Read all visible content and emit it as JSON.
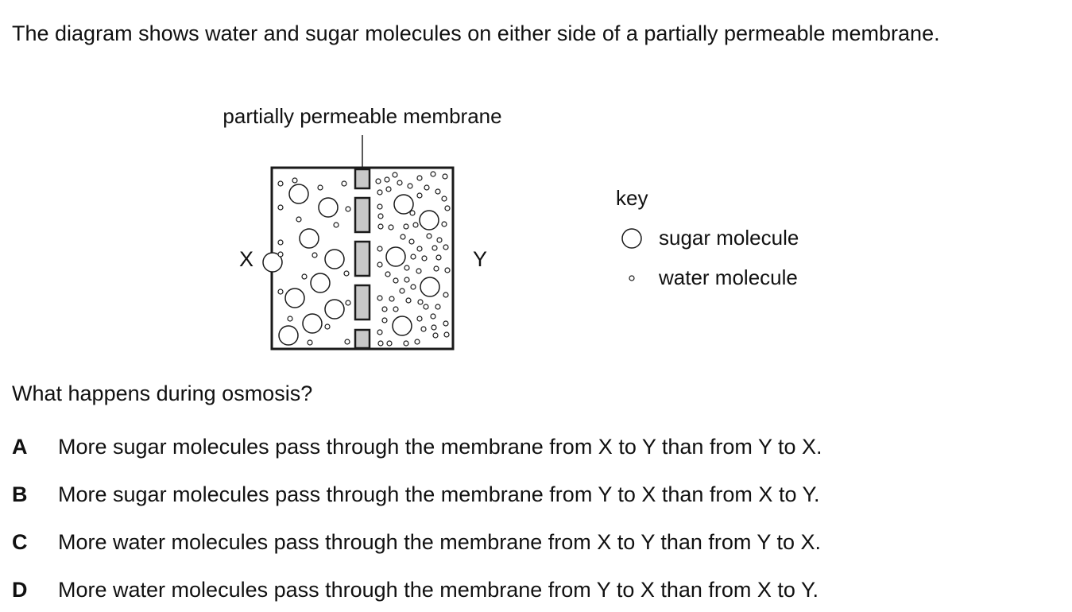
{
  "intro_text": "The diagram shows water and sugar molecules on either side of a partially permeable membrane.",
  "diagram": {
    "membrane_label": "partially permeable membrane",
    "side_left_label": "X",
    "side_right_label": "Y",
    "key_title": "key",
    "key_items": [
      {
        "label": "sugar molecule",
        "icon": "large-circle"
      },
      {
        "label": "water molecule",
        "icon": "small-circle"
      }
    ],
    "colors": {
      "membrane_fill": "#c8c8c8",
      "outline": "#1a1a1a"
    }
  },
  "question": "What happens during osmosis?",
  "options": [
    {
      "letter": "A",
      "text": "More sugar molecules pass through the membrane from X to Y than from Y to X."
    },
    {
      "letter": "B",
      "text": "More sugar molecules pass through the membrane from Y to X than from X to Y."
    },
    {
      "letter": "C",
      "text": "More water molecules pass through the membrane from X to Y than from Y to X."
    },
    {
      "letter": "D",
      "text": "More water molecules pass through the membrane from Y to X than from X to Y."
    }
  ]
}
